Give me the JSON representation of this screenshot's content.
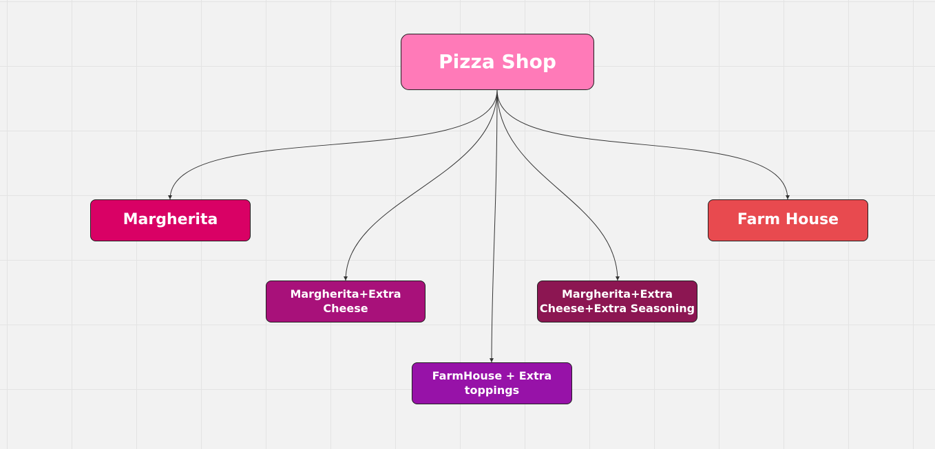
{
  "diagram": {
    "type": "tree",
    "background": "#f2f2f2",
    "root": {
      "id": "pizza-shop",
      "label": "Pizza Shop",
      "color": "#ff7ab8"
    },
    "children": [
      {
        "id": "margherita",
        "label": "Margherita",
        "color": "#d90165"
      },
      {
        "id": "margherita-extra-cheese",
        "label": "Margherita+Extra Cheese",
        "color": "#a8117a"
      },
      {
        "id": "farmhouse-extra-toppings",
        "label": "FarmHouse + Extra toppings",
        "color": "#9712a8"
      },
      {
        "id": "margherita-extra-cheese-seasoning",
        "label": "Margherita+Extra Cheese+Extra Seasoning",
        "color": "#8c1652"
      },
      {
        "id": "farm-house",
        "label": "Farm House",
        "color": "#e84a4f"
      }
    ],
    "edges": [
      {
        "from": "pizza-shop",
        "to": "margherita"
      },
      {
        "from": "pizza-shop",
        "to": "margherita-extra-cheese"
      },
      {
        "from": "pizza-shop",
        "to": "farmhouse-extra-toppings"
      },
      {
        "from": "pizza-shop",
        "to": "margherita-extra-cheese-seasoning"
      },
      {
        "from": "pizza-shop",
        "to": "farm-house"
      }
    ]
  }
}
